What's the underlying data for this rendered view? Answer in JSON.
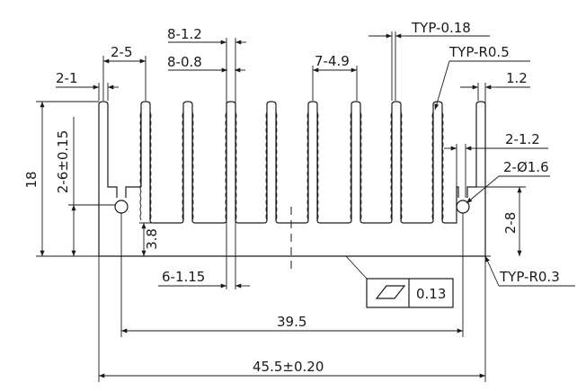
{
  "dimensions": {
    "fin_pitch_count": "8-1.2",
    "fin_gap_count": "8-0.8",
    "typ_thickness": "TYP-0.18",
    "edge_pitch": "2-5",
    "typ_radius_top": "TYP-R0.5",
    "inner_pitch": "7-4.9",
    "edge_fin": "2-1",
    "right_fin": "1.2",
    "total_height": "18",
    "slot_height": "2-6±0.15",
    "slot_width": "2-1.2",
    "hole_dia": "2-Ø1.6",
    "hole_height": "2-8",
    "base_thickness": "3.8",
    "base_gap": "6-1.15",
    "typ_radius_base": "TYP-R0.3",
    "flatness_value": "0.13",
    "inner_width": "39.5",
    "overall_width": "45.5±0.20"
  }
}
